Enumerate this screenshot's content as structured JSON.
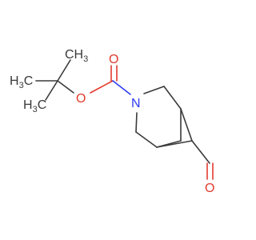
{
  "atoms": {
    "methyl_top": "CH",
    "methyl_top_sub": "3",
    "methyl_left": "H",
    "methyl_left_sub": "3",
    "methyl_left_tail": "C",
    "methyl_bottom": "H",
    "methyl_bottom_sub": "3",
    "methyl_bottom_tail": "C",
    "carbonyl_o": "O",
    "ester_o": "O",
    "nitrogen": "N",
    "aldehyde_o": "O"
  },
  "colors": {
    "bond": "#3a3a3a",
    "oxygen": "#e23b2e",
    "nitrogen": "#2d3cf0"
  }
}
